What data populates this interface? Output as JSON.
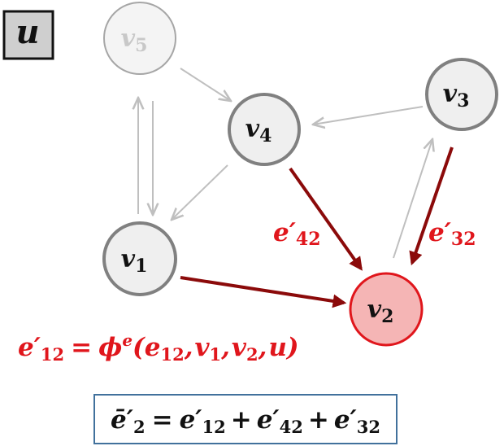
{
  "global_node": {
    "letter": "u"
  },
  "nodes": [
    {
      "id": "v5",
      "letter": "v",
      "sub": "5",
      "state": "faded"
    },
    {
      "id": "v4",
      "letter": "v",
      "sub": "4",
      "state": "normal"
    },
    {
      "id": "v3",
      "letter": "v",
      "sub": "3",
      "state": "normal"
    },
    {
      "id": "v1",
      "letter": "v",
      "sub": "1",
      "state": "normal"
    },
    {
      "id": "v2",
      "letter": "v",
      "sub": "2",
      "state": "highlighted"
    }
  ],
  "edge_labels": {
    "e42": {
      "prime": "e′",
      "sub": "42"
    },
    "e32": {
      "prime": "e′",
      "sub": "32"
    }
  },
  "update_formula": {
    "lhs_letter": "e′",
    "lhs_sub": "12",
    "equals": "=",
    "phi": "ϕ",
    "phi_sup": "e",
    "open": "(",
    "arg1_letter": "e",
    "arg1_sub": "12",
    "arg2_letter": "v",
    "arg2_sub": "1",
    "arg3_letter": "v",
    "arg3_sub": "2",
    "arg4": "u",
    "comma": ",",
    "close": ")"
  },
  "aggregate_formula": {
    "lhs": "ē′",
    "lhs_sub": "2",
    "equals": "=",
    "t1": "e′",
    "t1_sub": "12",
    "plus": "+",
    "t2": "e′",
    "t2_sub": "42",
    "t3": "e′",
    "t3_sub": "32"
  },
  "colors": {
    "node_fill": "#efefef",
    "node_stroke": "#808080",
    "faded_fill": "#f4f4f4",
    "faded_stroke": "#a6a6a6",
    "faded_text": "#c8c8c8",
    "highlight_fill": "#f5b5b5",
    "highlight_stroke": "#e0161c",
    "highlight_label": "#e0161c",
    "active_edge": "#8b0a0a",
    "inactive_edge": "#bfbfbf",
    "box_border": "#41719c",
    "text": "#111111"
  }
}
